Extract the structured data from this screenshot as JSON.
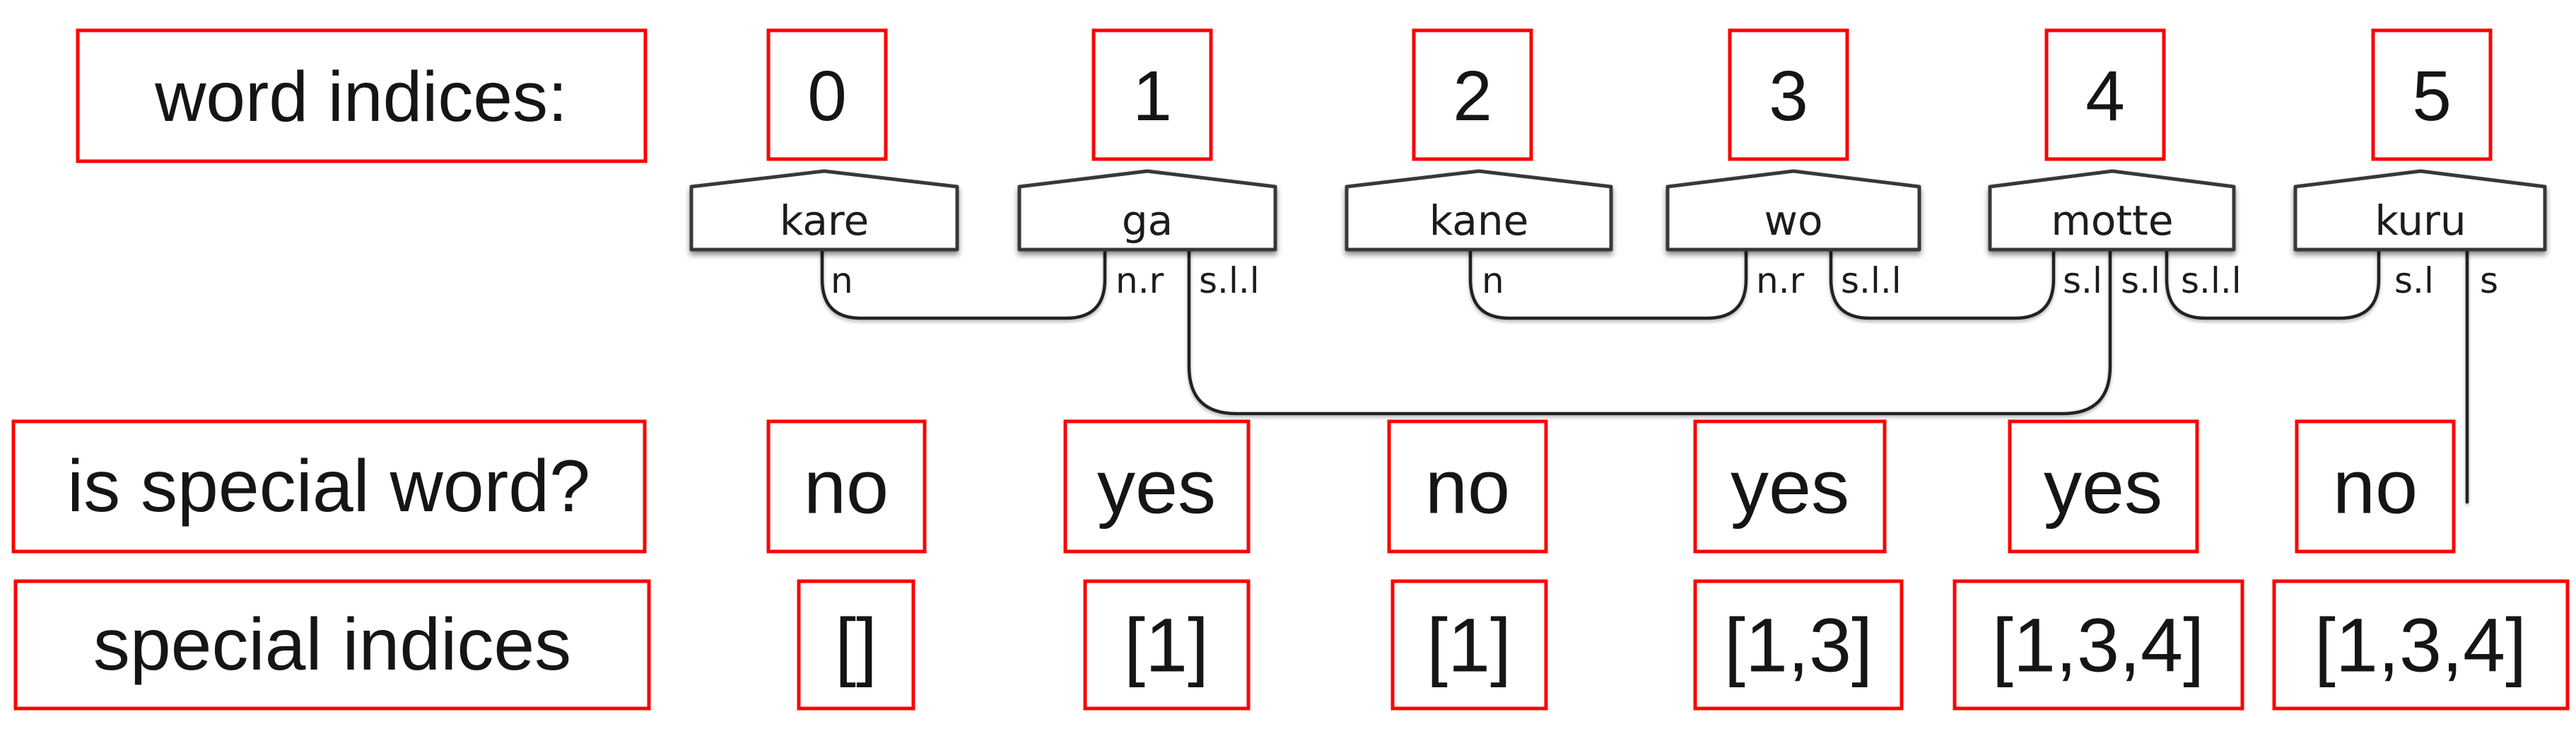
{
  "title_row": {
    "label": "word indices:",
    "indices": [
      "0",
      "1",
      "2",
      "3",
      "4",
      "5"
    ]
  },
  "words": [
    {
      "text": "kare",
      "slots": [
        {
          "label": "n"
        }
      ]
    },
    {
      "text": "ga",
      "slots": [
        {
          "label": "n.r"
        },
        {
          "label": "s.l.l"
        }
      ]
    },
    {
      "text": "kane",
      "slots": [
        {
          "label": "n"
        }
      ]
    },
    {
      "text": "wo",
      "slots": [
        {
          "label": "n.r"
        },
        {
          "label": "s.l.l"
        }
      ]
    },
    {
      "text": "motte",
      "slots": [
        {
          "label": "s.l"
        },
        {
          "label": "s.l"
        },
        {
          "label": "s.l.l"
        }
      ]
    },
    {
      "text": "kuru",
      "slots": [
        {
          "label": "s.l"
        },
        {
          "label": "s"
        }
      ]
    }
  ],
  "dependencies": [
    {
      "from": "kare.n",
      "to": "ga.n.r"
    },
    {
      "from": "ga.s.l.l",
      "to": "motte.s.l (middle)"
    },
    {
      "from": "kane.n",
      "to": "wo.n.r"
    },
    {
      "from": "wo.s.l.l",
      "to": "motte.s.l (left)"
    },
    {
      "from": "motte.s.l.l",
      "to": "kuru.s.l"
    },
    {
      "from": "kuru.s",
      "to": "drops down unattached"
    }
  ],
  "special_word_row": {
    "label": "is special word?",
    "values": [
      "no",
      "yes",
      "no",
      "yes",
      "yes",
      "no"
    ]
  },
  "special_indices_row": {
    "label": "special indices",
    "values": [
      "[]",
      "[1]",
      "[1]",
      "[1,3]",
      "[1,3,4]",
      "[1,3,4]"
    ]
  },
  "colors": {
    "accent_red": "#fb0505",
    "line": "#212121",
    "text": "#151515"
  }
}
